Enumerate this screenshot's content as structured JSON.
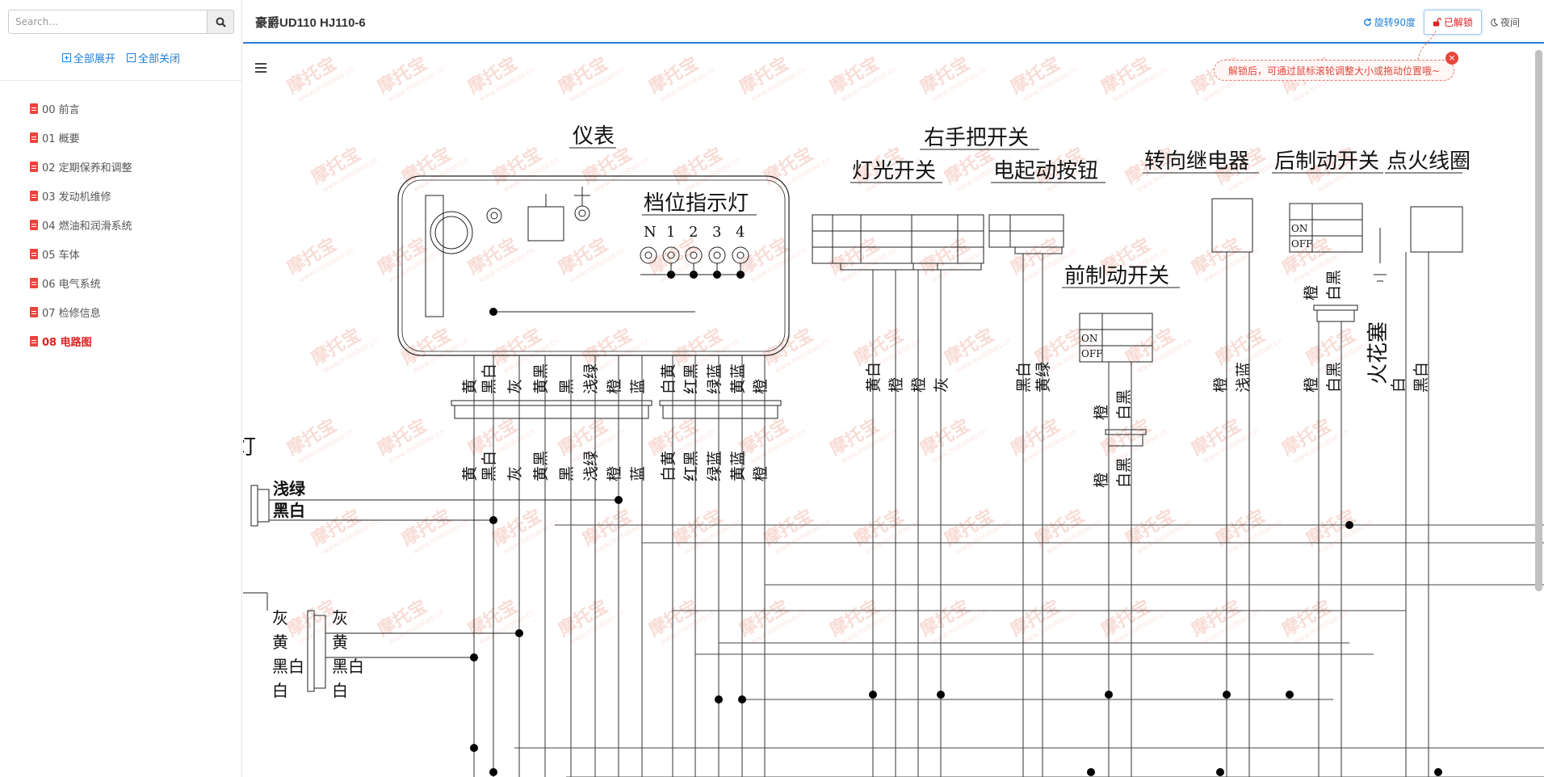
{
  "sidebar": {
    "search_placeholder": "Search...",
    "expand_all": "全部展开",
    "collapse_all": "全部关闭",
    "items": [
      {
        "label": "00 前言",
        "active": false
      },
      {
        "label": "01 概要",
        "active": false
      },
      {
        "label": "02 定期保养和调整",
        "active": false
      },
      {
        "label": "03 发动机维修",
        "active": false
      },
      {
        "label": "04 燃油和润滑系统",
        "active": false
      },
      {
        "label": "05 车体",
        "active": false
      },
      {
        "label": "06 电气系统",
        "active": false
      },
      {
        "label": "07 检修信息",
        "active": false
      },
      {
        "label": "08 电路图",
        "active": true
      }
    ]
  },
  "header": {
    "title": "豪爵UD110 HJ110-6",
    "rotate_label": "旋转90度",
    "unlock_label": "已解锁",
    "night_label": "夜间"
  },
  "tooltip": {
    "text": "解锁后，可通过鼠标滚轮调整大小或拖动位置哦~",
    "close": "×"
  },
  "colors": {
    "accent": "#1e7fd8",
    "danger": "#e02020",
    "header_rule": "#2d7bd3",
    "watermark": "#f4c9bf"
  },
  "diagram": {
    "watermark_text": "摩托宝",
    "watermark_url": "www.motobao.cn",
    "labels": {
      "meter": "仪表",
      "gear_indicator": "档位指示灯",
      "gear_positions": [
        "N",
        "1",
        "2",
        "3",
        "4"
      ],
      "right_handle_switch": "右手把开关",
      "light_switch": "灯光开关",
      "start_button": "电起动按钮",
      "front_brake_switch": "前制动开关",
      "turn_relay": "转向继电器",
      "rear_brake_switch": "后制动开关",
      "ignition_coil": "点火线圈",
      "spark_plug": "火花塞",
      "lamp": "灯",
      "on": "ON",
      "off": "OFF"
    },
    "meter_wires": [
      "黄",
      "黑白",
      "灰",
      "黄黑",
      "黑",
      "浅绿",
      "橙",
      "蓝"
    ],
    "gear_wires": [
      "白黄",
      "红黑",
      "绿蓝",
      "黄蓝",
      "橙"
    ],
    "light_wires": [
      "黄白",
      "橙",
      "橙",
      "灰"
    ],
    "start_wires": [
      "黑白",
      "黄绿"
    ],
    "front_brake_wires": [
      "橙",
      "白黑"
    ],
    "turn_wires": [
      "橙",
      "浅蓝"
    ],
    "rear_brake_wires": [
      "橙",
      "白黑"
    ],
    "spark_wires": [
      "白",
      "黑白"
    ],
    "left_connector_a": [
      "浅绿",
      "黑白"
    ],
    "left_connector_b_left": [
      "灰",
      "黄",
      "黑白",
      "白"
    ],
    "left_connector_b_right": [
      "灰",
      "黄",
      "黑白",
      "白"
    ]
  }
}
